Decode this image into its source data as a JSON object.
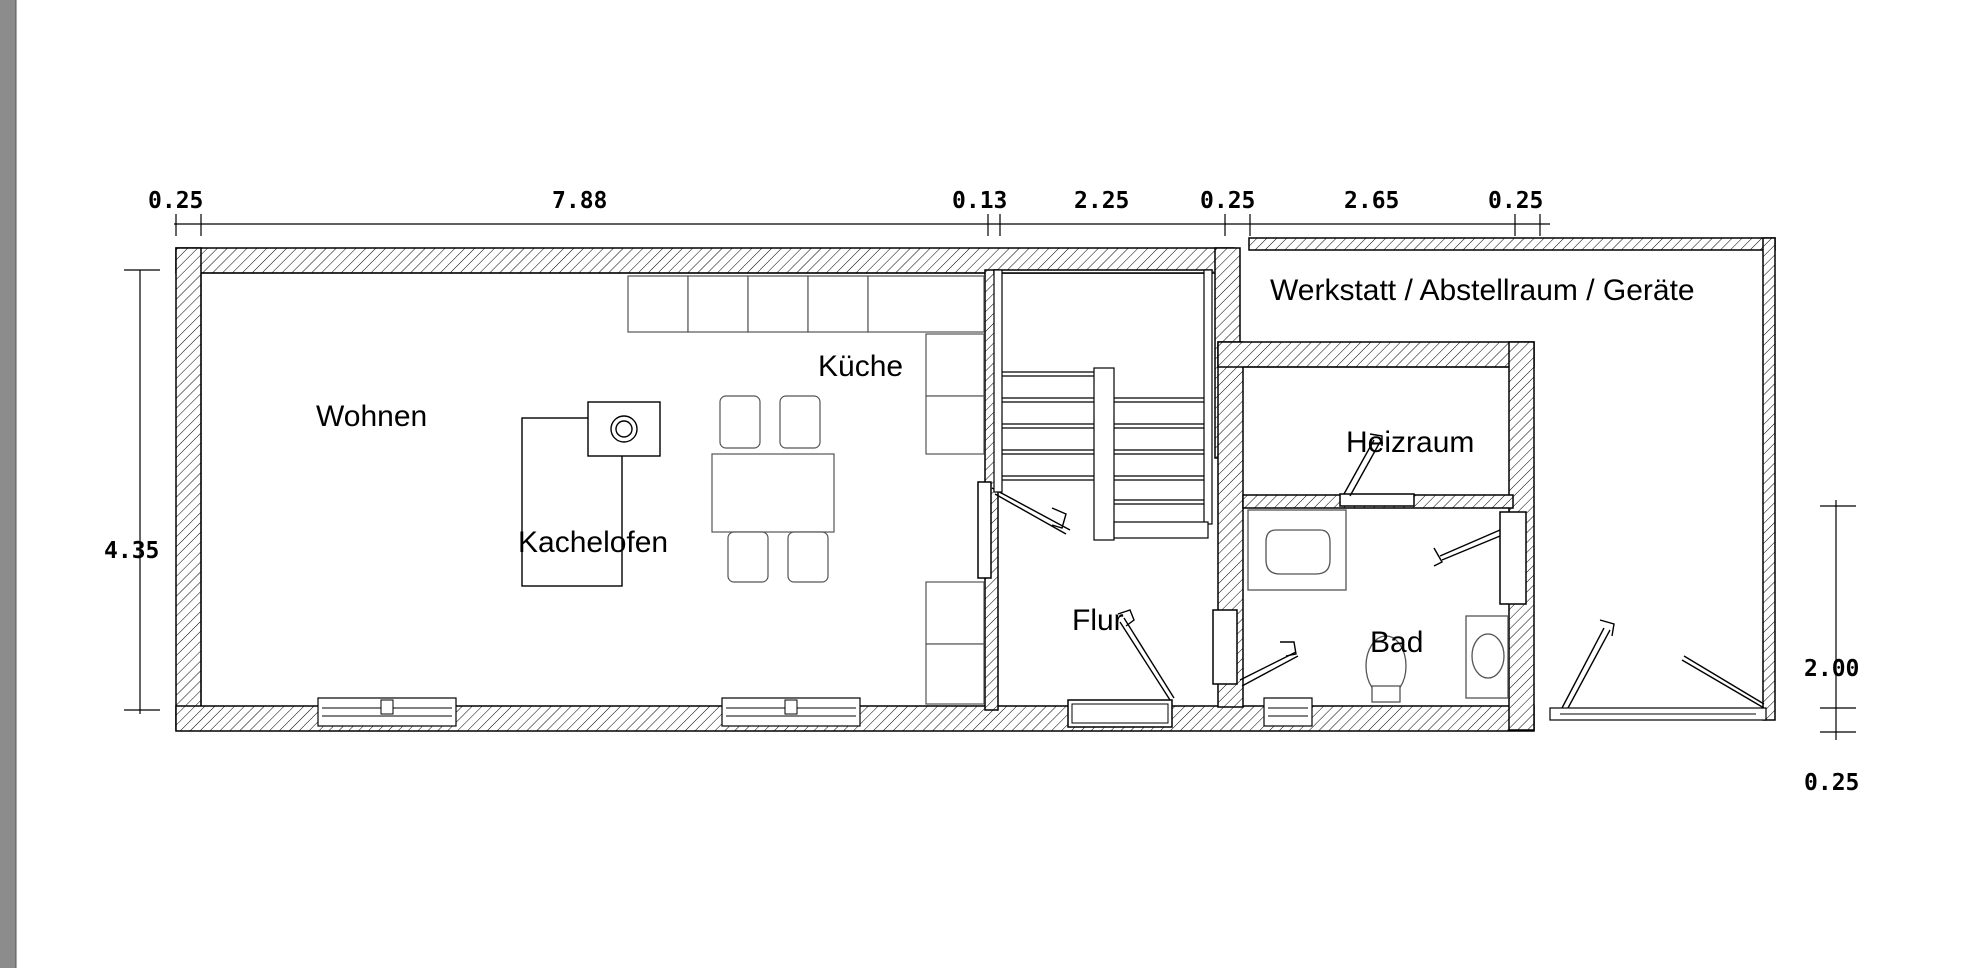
{
  "plan": {
    "rooms": {
      "wohnen": "Wohnen",
      "kueche": "Küche",
      "kachelofen": "Kachelofen",
      "flur": "Flur",
      "heizraum": "Heizraum",
      "bad": "Bad",
      "werkstatt": "Werkstatt / Abstellraum / Geräte"
    },
    "dimensions": {
      "top": [
        "0.25",
        "7.88",
        "0.13",
        "2.25",
        "0.25",
        "2.65",
        "0.25"
      ],
      "left": "4.35",
      "right_height": "2.00",
      "right_wall": "0.25"
    }
  },
  "colors": {
    "line": "#000000",
    "hatch": "#000000",
    "side_bar": "#8c8c8c",
    "background": "#ffffff"
  }
}
